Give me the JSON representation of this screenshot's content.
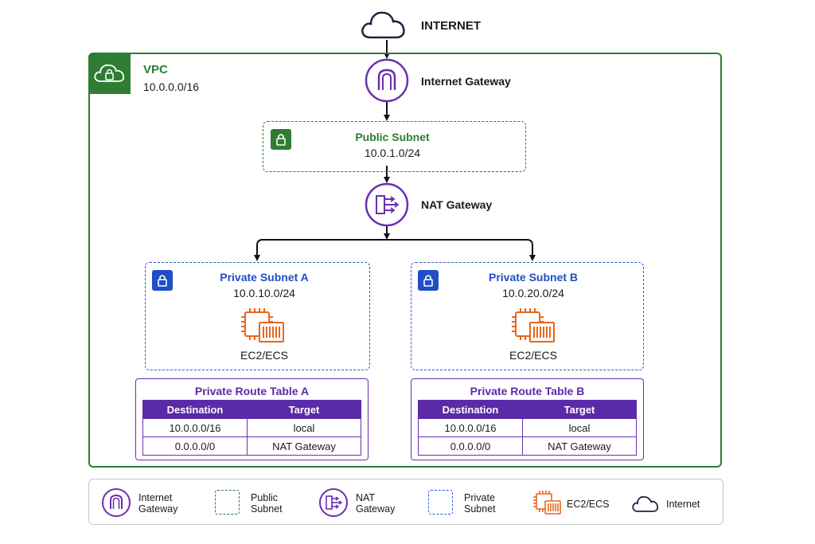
{
  "internet": {
    "label": "INTERNET"
  },
  "vpc": {
    "title": "VPC",
    "cidr": "10.0.0.0/16"
  },
  "internet_gateway": {
    "label": "Internet Gateway"
  },
  "public_subnet": {
    "title": "Public Subnet",
    "cidr": "10.0.1.0/24"
  },
  "nat_gateway": {
    "label": "NAT Gateway"
  },
  "private_subnets": [
    {
      "title": "Private Subnet A",
      "cidr": "10.0.10.0/24",
      "compute": "EC2/ECS"
    },
    {
      "title": "Private Subnet B",
      "cidr": "10.0.20.0/24",
      "compute": "EC2/ECS"
    }
  ],
  "route_tables": [
    {
      "title": "Private Route Table A",
      "headers": [
        "Destination",
        "Target"
      ],
      "rows": [
        [
          "10.0.0.0/16",
          "local"
        ],
        [
          "0.0.0.0/0",
          "NAT Gateway"
        ]
      ]
    },
    {
      "title": "Private Route Table B",
      "headers": [
        "Destination",
        "Target"
      ],
      "rows": [
        [
          "10.0.0.0/16",
          "local"
        ],
        [
          "0.0.0.0/0",
          "NAT Gateway"
        ]
      ]
    }
  ],
  "legend": {
    "internet_gateway": [
      "Internet",
      "Gateway"
    ],
    "public_subnet": [
      "Public",
      "Subnet"
    ],
    "nat_gateway": [
      "NAT",
      "Gateway"
    ],
    "private_subnet": [
      "Private",
      "Subnet"
    ],
    "ec2": "EC2/ECS",
    "internet": "Internet"
  },
  "colors": {
    "vpc_green": "#2e7d32",
    "gateway_purple": "#6a2fb0",
    "private_blue": "#1f4fc4",
    "compute_orange": "#e8651a",
    "cloud_navy": "#1c2340"
  }
}
